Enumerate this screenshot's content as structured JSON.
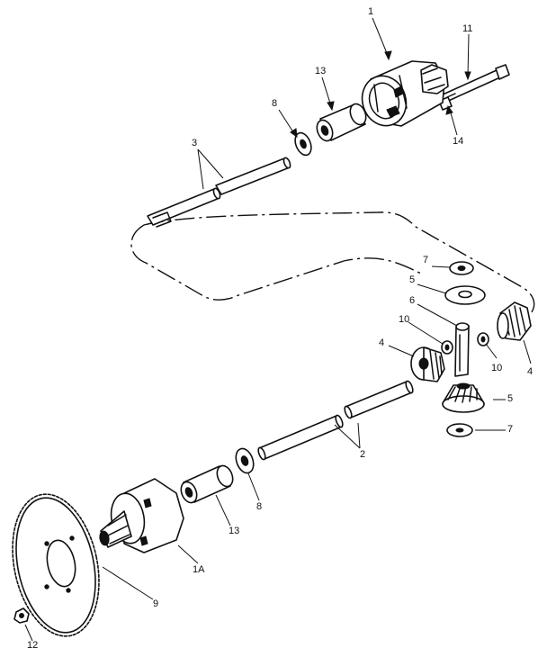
{
  "diagram": {
    "type": "exploded-parts-view",
    "callouts": [
      {
        "id": "c1",
        "text": "1"
      },
      {
        "id": "c11",
        "text": "11"
      },
      {
        "id": "c13a",
        "text": "13"
      },
      {
        "id": "c8a",
        "text": "8"
      },
      {
        "id": "c3",
        "text": "3"
      },
      {
        "id": "c14",
        "text": "14"
      },
      {
        "id": "c7a",
        "text": "7"
      },
      {
        "id": "c5a",
        "text": "5"
      },
      {
        "id": "c6",
        "text": "6"
      },
      {
        "id": "c10a",
        "text": "10"
      },
      {
        "id": "c4a",
        "text": "4"
      },
      {
        "id": "c10b",
        "text": "10"
      },
      {
        "id": "c4b",
        "text": "4"
      },
      {
        "id": "c5b",
        "text": "5"
      },
      {
        "id": "c7b",
        "text": "7"
      },
      {
        "id": "c2",
        "text": "2"
      },
      {
        "id": "c8b",
        "text": "8"
      },
      {
        "id": "c13b",
        "text": "13"
      },
      {
        "id": "c1a",
        "text": "1A"
      },
      {
        "id": "c9",
        "text": "9"
      },
      {
        "id": "c12",
        "text": "12"
      }
    ]
  }
}
